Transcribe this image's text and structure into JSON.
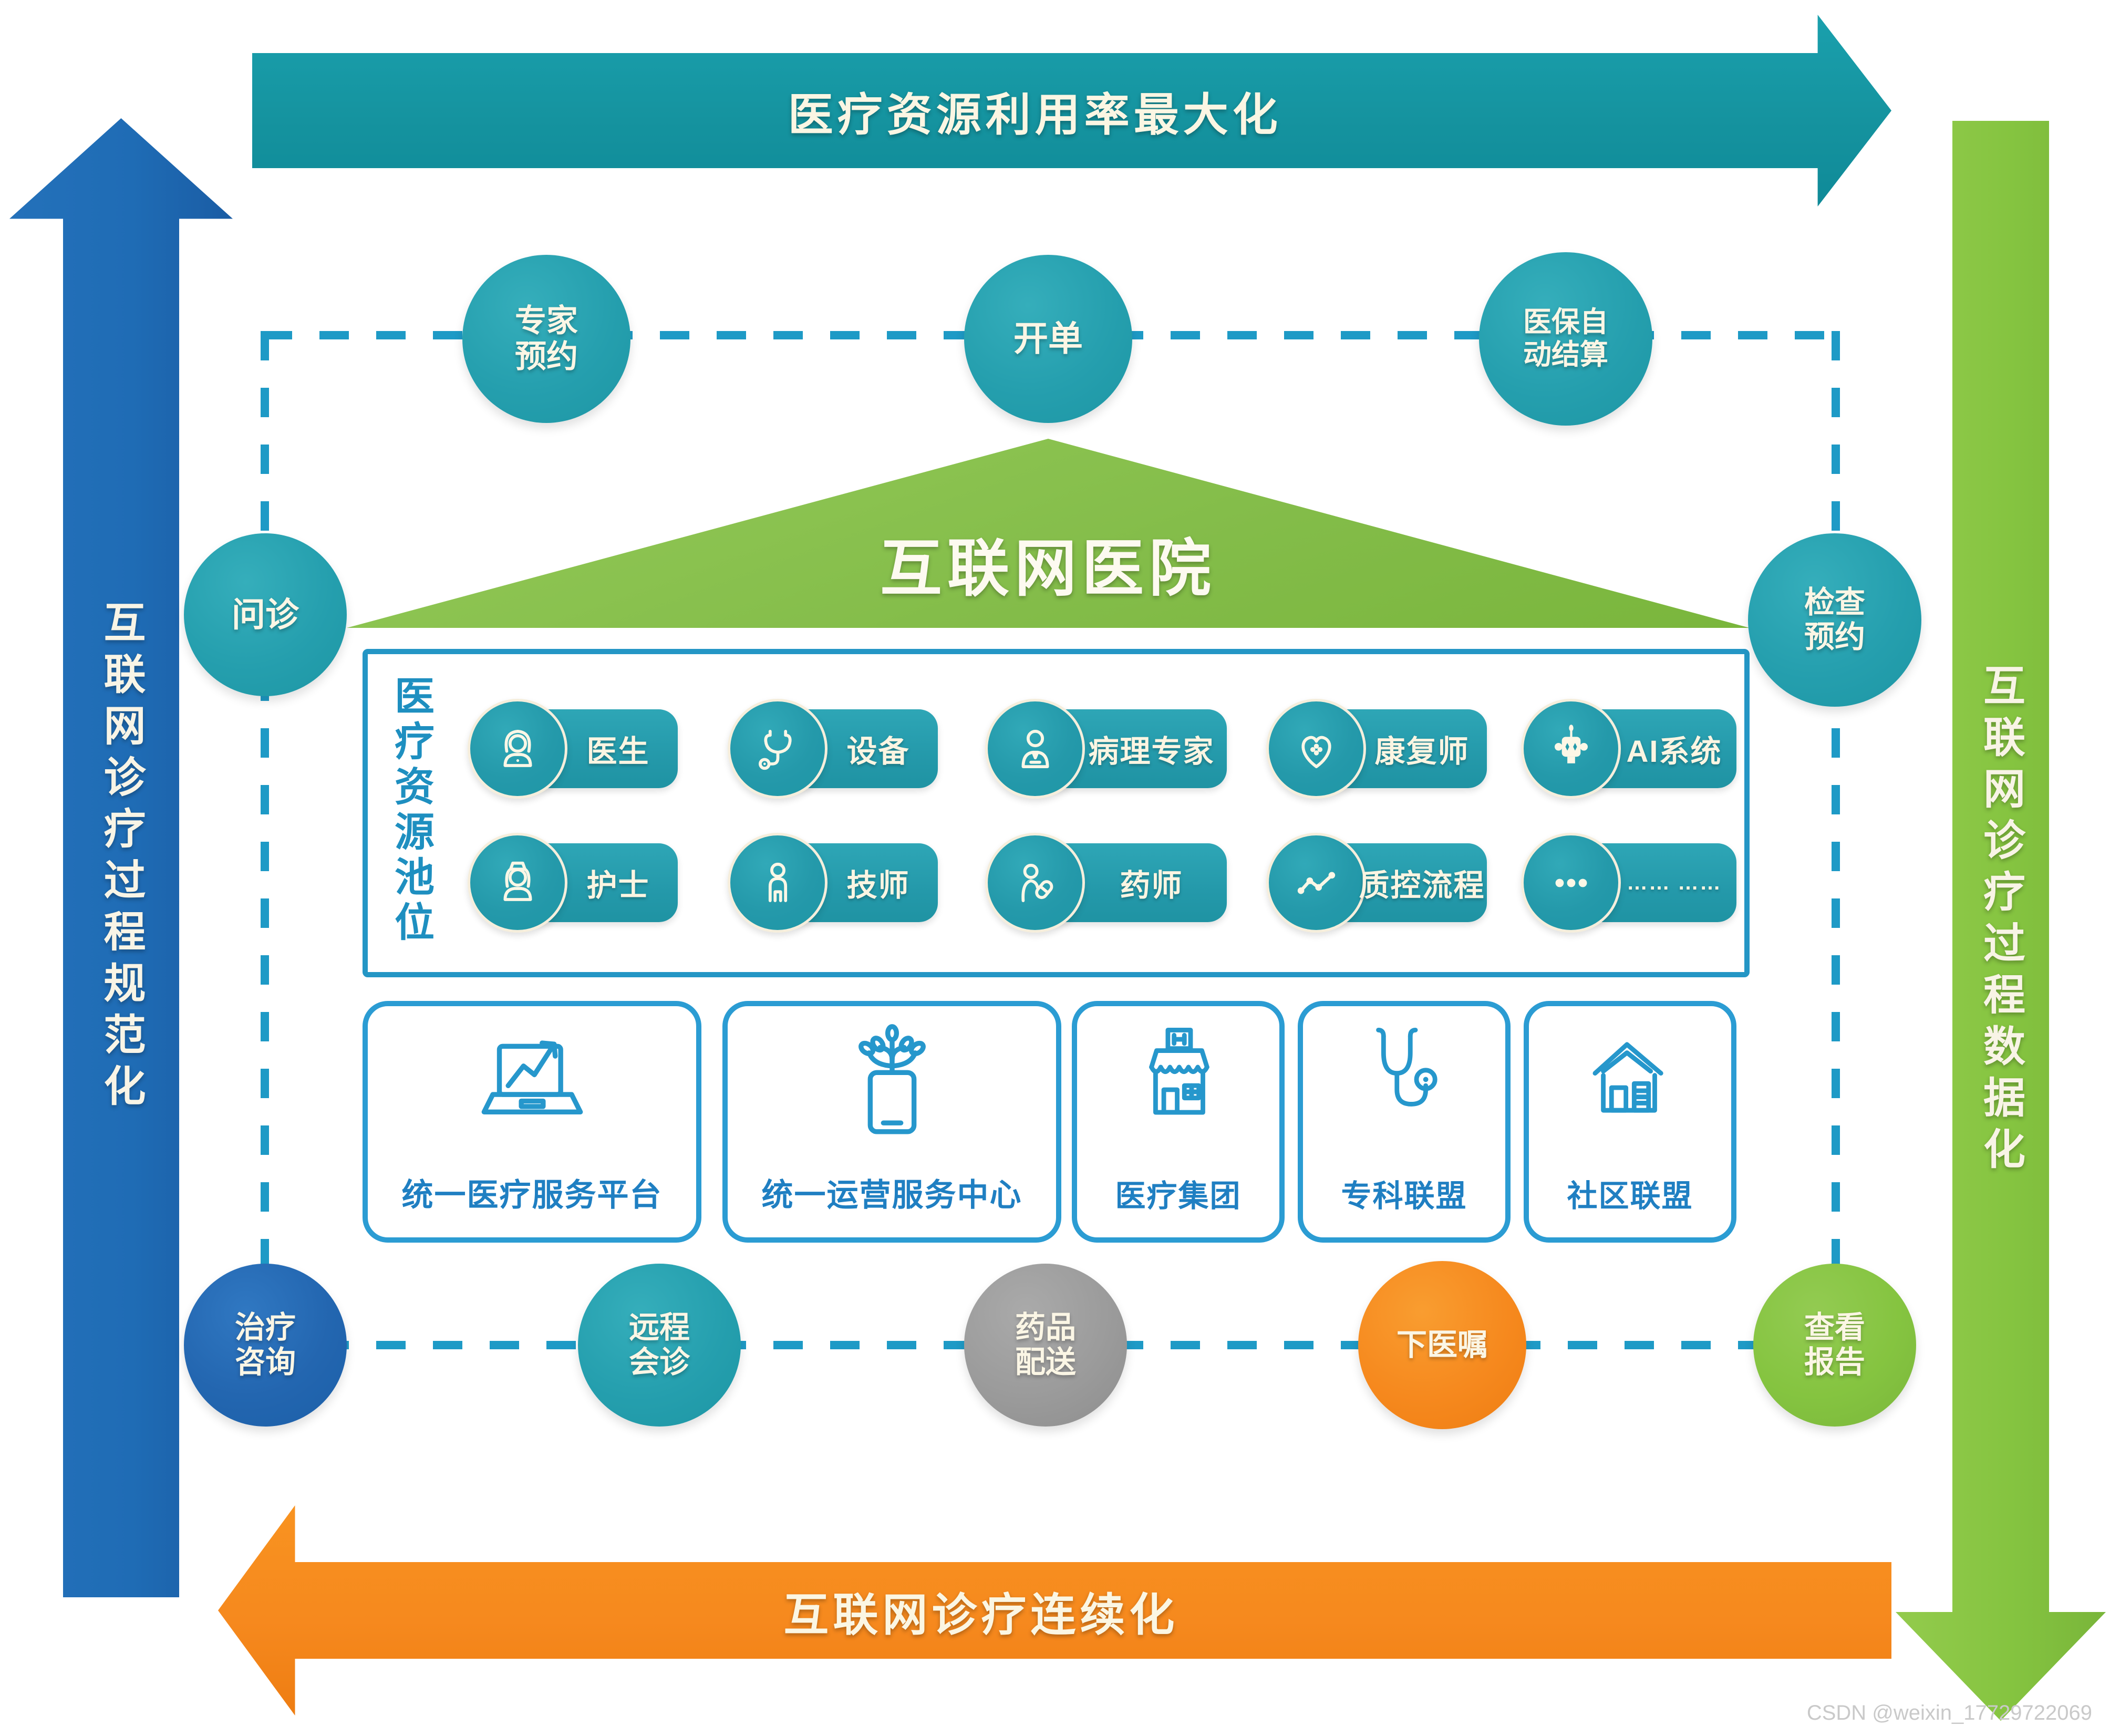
{
  "watermark": "CSDN @weixin_17729722069",
  "edge_arrows": {
    "top": {
      "label": "医疗资源利用率最大化",
      "color": "#15939F"
    },
    "left": {
      "label": "互联网诊疗过程规范化",
      "color": "#1F6CB5"
    },
    "right": {
      "label": "互联网诊疗过程数据化",
      "color": "#85C440"
    },
    "bottom": {
      "label": "互联网诊疗连续化",
      "color": "#F6891E"
    }
  },
  "roof": {
    "label": "互联网医院",
    "color": "#83BC49"
  },
  "process_circles": {
    "expert_booking": {
      "lines": [
        "专家",
        "预约"
      ],
      "color": "#1E9FAD"
    },
    "order": {
      "lines": [
        "开单"
      ],
      "color": "#1E9FAD"
    },
    "insurance_settle": {
      "lines": [
        "医保自",
        "动结算"
      ],
      "color": "#1E9FAD"
    },
    "inquiry": {
      "lines": [
        "问诊"
      ],
      "color": "#1E9FAD"
    },
    "exam_booking": {
      "lines": [
        "检查",
        "预约"
      ],
      "color": "#1E9FAD"
    },
    "treatment_consult": {
      "lines": [
        "治疗",
        "咨询"
      ],
      "color": "#2366B0"
    },
    "remote_consult": {
      "lines": [
        "远程",
        "会诊"
      ],
      "color": "#1E9FAD"
    },
    "drug_delivery": {
      "lines": [
        "药品",
        "配送"
      ],
      "color": "#9B9B9B"
    },
    "place_order": {
      "lines": [
        "下医嘱"
      ],
      "color": "#F6891E"
    },
    "view_report": {
      "lines": [
        "查看",
        "报告"
      ],
      "color": "#85C440"
    }
  },
  "resource_pool": {
    "title": "医疗资源池位",
    "row1": [
      {
        "label": "医生",
        "icon": "doctor-icon"
      },
      {
        "label": "设备",
        "icon": "stethoscope-icon"
      },
      {
        "label": "病理专家",
        "icon": "pathologist-icon"
      },
      {
        "label": "康复师",
        "icon": "heart-cross-icon"
      },
      {
        "label": "AI系统",
        "icon": "robot-icon"
      }
    ],
    "row2": [
      {
        "label": "护士",
        "icon": "nurse-icon"
      },
      {
        "label": "技师",
        "icon": "technician-icon"
      },
      {
        "label": "药师",
        "icon": "pharmacist-icon"
      },
      {
        "label": "质控流程",
        "icon": "quality-chart-icon"
      },
      {
        "label": "…… ……",
        "icon": "ellipsis-icon"
      }
    ]
  },
  "org_boxes": [
    {
      "label": "统一医疗服务平台",
      "icon": "laptop-chart-icon"
    },
    {
      "label": "统一运营服务中心",
      "icon": "tablet-network-icon"
    },
    {
      "label": "医疗集团",
      "icon": "hospital-store-icon"
    },
    {
      "label": "专科联盟",
      "icon": "stethoscope-big-icon"
    },
    {
      "label": "社区联盟",
      "icon": "house-icon"
    }
  ]
}
